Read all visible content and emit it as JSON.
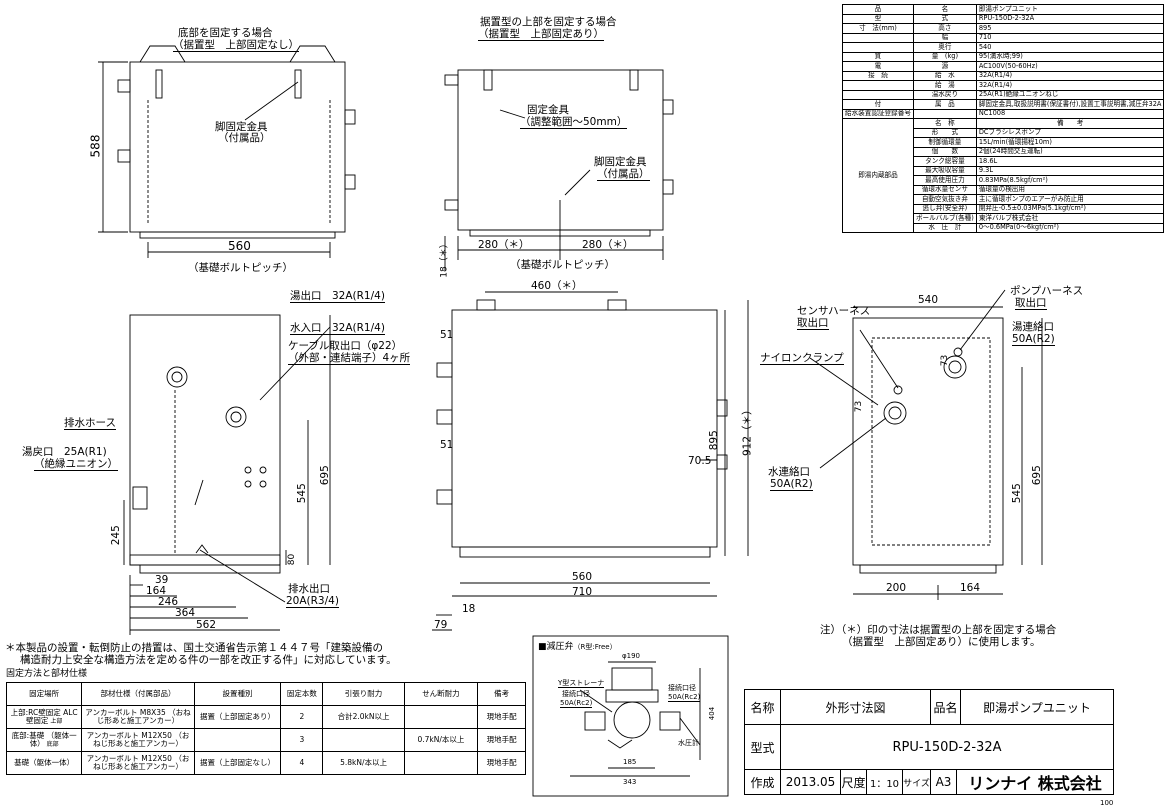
{
  "views": {
    "top_left": {
      "title_line1": "底部を固定する場合",
      "title_line2": "（据置型　上部固定なし）",
      "bracket_label1": "脚固定金具",
      "bracket_label2": "（付属品）",
      "dim_width": "560",
      "dim_height": "588",
      "pitch": "（基礎ボルトピッチ）"
    },
    "top_middle": {
      "title_line1": "据置型の上部を固定する場合",
      "title_line2": "（据置型　上部固定あり）",
      "bracket_top1": "固定金具",
      "bracket_top2": "（調整範囲～50mm）",
      "bracket_foot1": "脚固定金具",
      "bracket_foot2": "（付属品）",
      "dim_left": "280（＊）",
      "dim_right": "280（＊）",
      "dim_vert": "18（＊）",
      "pitch": "（基礎ボルトピッチ）"
    },
    "front": {
      "outlet": "湯出口　32A(R1/4)",
      "inlet": "水入口　32A(R1/4)",
      "cable_1": "ケーブル取出口（φ22）",
      "cable_2": "（外部・連結端子）4ヶ所",
      "drain_hose": "排水ホース",
      "return_1": "湯戻口　25A(R1)",
      "return_2": "（絶縁ユニオン）",
      "drain_out_1": "排水出口",
      "drain_out_2": "20A(R3/4)",
      "d245": "245",
      "d545": "545",
      "d695": "695",
      "d80": "80",
      "d39": "39",
      "d164": "164",
      "d246": "246",
      "d364": "364",
      "d562": "562"
    },
    "side": {
      "d460": "460（＊）",
      "d51a": "51",
      "d51b": "51",
      "d70_5": "70.5",
      "d895": "895",
      "d912": "912（＊）",
      "d560": "560",
      "d710": "710",
      "d18": "18",
      "d79": "79"
    },
    "rear": {
      "d540": "540",
      "harness_1": "センサハーネス",
      "harness_2": "取出口",
      "pump_1": "ポンプハーネス",
      "pump_2": "取出口",
      "hot_1": "湯連絡口",
      "hot_2": "50A(R2)",
      "clamp": "ナイロンクランプ",
      "water_1": "水連絡口",
      "water_2": "50A(R2)",
      "d73a": "73",
      "d73b": "73",
      "d695": "695",
      "d545": "545",
      "d200": "200",
      "d164": "164"
    }
  },
  "spec_table": {
    "rows": [
      [
        "品",
        "名",
        "即湯ポンプユニット"
      ],
      [
        "型",
        "式",
        "RPU-150D-2-32A"
      ],
      [
        "寸　法(mm)",
        "高さ",
        "895"
      ],
      [
        "",
        "幅",
        "710"
      ],
      [
        "",
        "奥行",
        "540"
      ],
      [
        "質",
        "量　(kg)",
        "95(満水時;99)"
      ],
      [
        "電",
        "源",
        "AC100V(50-60Hz)"
      ],
      [
        "接　続",
        "給　水",
        "32A(R1/4)"
      ],
      [
        "",
        "給　湯",
        "32A(R1/4)"
      ],
      [
        "",
        "温水戻り",
        "25A(R1)絶縁ユニオンねじ"
      ],
      [
        "付",
        "属　品",
        "脚固定金具,取扱説明書(保証書付),設置工事説明書,減圧弁32A"
      ],
      [
        "給水装置認証登録番号",
        "",
        "NC1008"
      ]
    ],
    "parts_header": [
      "名　称",
      "備　　考"
    ],
    "parts_group": "即湯内蔵部品",
    "parts": [
      [
        "形　　式",
        "DCブラシレスポンプ"
      ],
      [
        "制御循環量",
        "15L/min(循環揚程10m)"
      ],
      [
        "個　　数",
        "2個(24時間交互運転)"
      ],
      [
        "タンク総容量",
        "18.6L"
      ],
      [
        "最大吸収容量",
        "9.3L"
      ],
      [
        "最高使用圧力",
        "0.83MPa(8.5kgf/cm²)"
      ],
      [
        "循環水量センサ",
        "循環量の検出用"
      ],
      [
        "自動空気抜き弁",
        "主に循環ポンプのエアーがみ防止用"
      ],
      [
        "逃し弁(安全弁)",
        "開弁圧-0.5±0.03MPa(5.1kgf/cm²)"
      ],
      [
        "ボールバルブ(各種)",
        "東洋バルブ株式会社"
      ],
      [
        "水　圧　計",
        "0～0.6MPa(0～6kgf/cm²)"
      ]
    ]
  },
  "notes": {
    "star_note_1": "注）（＊）印の寸法は据置型の上部を固定する場合",
    "star_note_2": "（据置型　上部固定あり）に使用します。",
    "regulation_1": "＊本製品の設置・転倒防止の措置は、国土交通省告示第１４４７号「建築設備の",
    "regulation_2": "構造耐力上安全な構造方法を定める件の一部を改正する件」に対応しています。",
    "fix_caption": "固定方法と部材仕様"
  },
  "fix_table": {
    "headers": [
      "固定場所",
      "部材仕様（付属部品）",
      "設置種別",
      "固定本数",
      "引張り耐力",
      "せん断耐力",
      "備考"
    ],
    "rows": [
      {
        "place": "上部:RC壁固定 ALC壁固定",
        "side": "上部",
        "spec": "アンカーボルト M8X35 （おねじ形あと施工アンカー）",
        "type": "据置（上部固定あり）",
        "count": "2",
        "tension": "合計2.0kN以上",
        "shear": "",
        "note": "現地手配"
      },
      {
        "place": "底部:基礎 （躯体一体）",
        "side": "底部",
        "spec": "アンカーボルト M12X50 （おねじ形あと施工アンカー）",
        "type": "",
        "count": "3",
        "tension": "",
        "shear": "0.7kN/本以上",
        "note": "現地手配"
      },
      {
        "place": "基礎（躯体一体）",
        "side": "",
        "spec": "アンカーボルト M12X50 （おねじ形あと施工アンカー）",
        "type": "据置（上部固定なし）",
        "count": "4",
        "tension": "5.8kN/本以上",
        "shear": "",
        "note": "現地手配"
      }
    ]
  },
  "valve": {
    "title": "■減圧弁",
    "title_sub": "（R型:Free）",
    "strainer": "Y型ストレーナ",
    "in_1": "接続口径",
    "in_2": "50A(Rc2)",
    "out_1": "接続口径",
    "out_2": "50A(Rc2)",
    "gauge": "水圧計",
    "d190": "φ190",
    "d404": "404",
    "d185": "185",
    "d343": "343"
  },
  "title_block": {
    "name_label": "名称",
    "name_value": "外形寸法図",
    "product_label": "品名",
    "product_value": "即湯ポンプユニット",
    "model_label": "型式",
    "model_value": "RPU-150D-2-32A",
    "made_label": "作成",
    "made_value": "2013.05",
    "scale_label": "尺度",
    "scale_value": "1：10",
    "size_label": "サイズ",
    "size_value": "A3",
    "company": "リンナイ 株式会社",
    "page_num": "100"
  }
}
